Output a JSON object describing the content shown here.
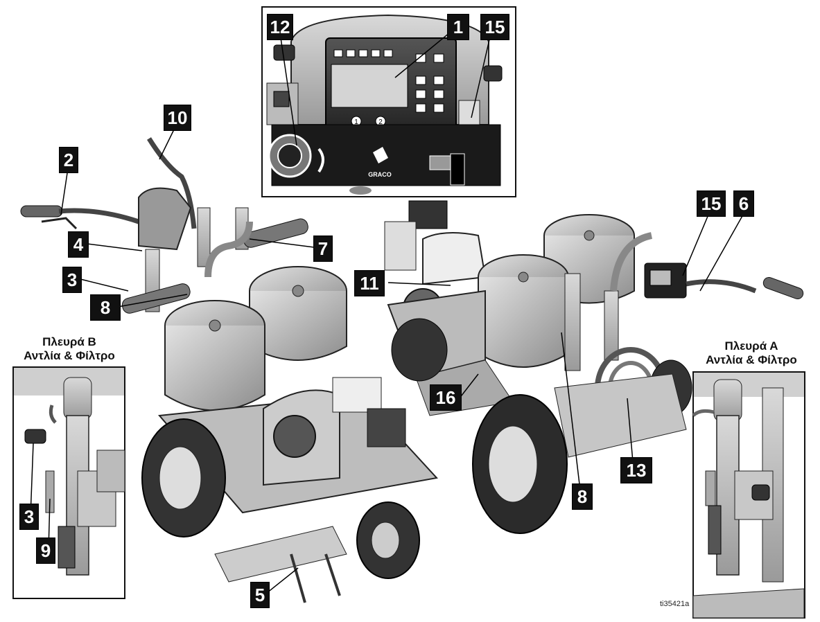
{
  "figure_id": "ti35421a",
  "side_b": {
    "line1": "Πλευρά Β",
    "line2": "Αντλία & Φίλτρο"
  },
  "side_a": {
    "line1": "Πλευρά Α",
    "line2": "Αντλία & Φίλτρο"
  },
  "callouts": [
    "1",
    "2",
    "3",
    "4",
    "5",
    "6",
    "7",
    "8",
    "9",
    "10",
    "11",
    "12",
    "13",
    "15",
    "16"
  ],
  "callout_3": "3",
  "callout_8": "8",
  "callout_15": "15",
  "logo_text": "GRACO",
  "display_keys": [
    "1",
    "2"
  ]
}
